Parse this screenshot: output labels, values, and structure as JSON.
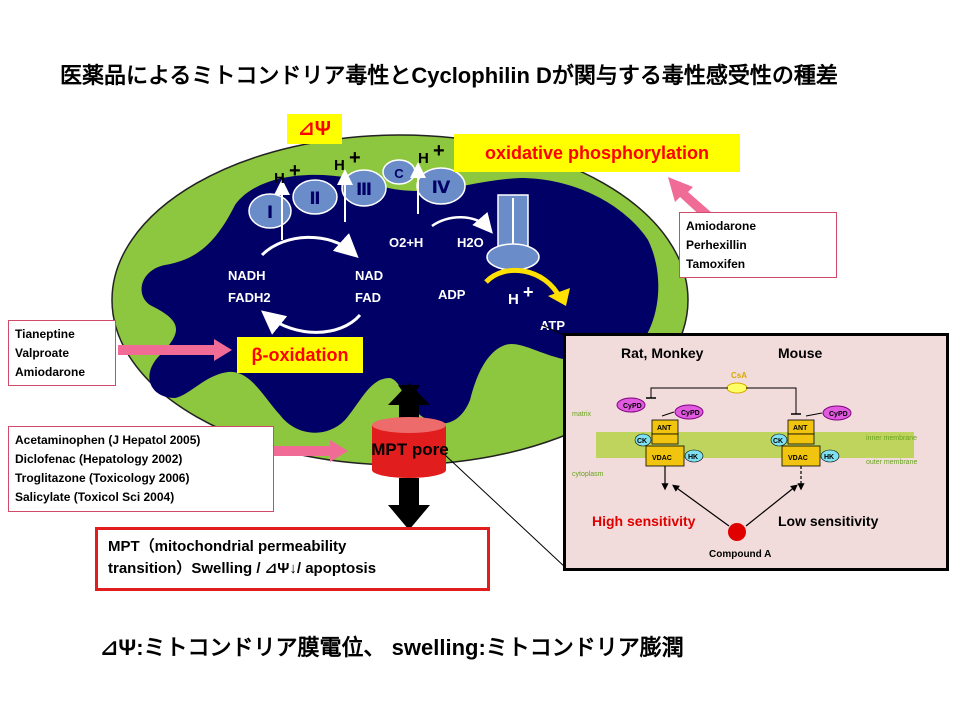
{
  "title": "医薬品によるミトコンドリア毒性とCyclophilin Dが関与する毒性感受性の種差",
  "footer": "⊿Ψ:ミトコンドリア膜電位、 swelling:ミトコンドリア膨潤",
  "delta_psi": "⊿Ψ",
  "complexes": [
    "Ⅰ",
    "Ⅱ",
    "Ⅲ",
    "C",
    "Ⅳ"
  ],
  "proton": "H",
  "plus": "+",
  "oxphos": "oxidative phosphorylation",
  "beta_ox": "β-oxidation",
  "reactions": {
    "o2h": "O2+H",
    "h2o": "H2O",
    "nadh": "NADH",
    "fadh2": "FADH2",
    "nad": "NAD",
    "fad": "FAD",
    "adp": "ADP",
    "atp": "ATP"
  },
  "mpt_pore": "MPT pore",
  "drugs_oxphos": [
    "Amiodarone",
    "Perhexillin",
    "Tamoxifen"
  ],
  "drugs_beta": [
    "Tianeptine",
    "Valproate",
    "Amiodarone"
  ],
  "drugs_mpt": [
    "Acetaminophen (J Hepatol 2005)",
    "Diclofenac (Hepatology 2002)",
    "Troglitazone (Toxicology 2006)",
    "Salicylate (Toxicol Sci 2004)"
  ],
  "result_line1": "MPT（mitochondrial  permeability",
  "result_line2": "transition）Swelling  /  ⊿Ψ↓/ apoptosis",
  "inset": {
    "left_species": "Rat, Monkey",
    "right_species": "Mouse",
    "csa": "CsA",
    "cypd": "CyPD",
    "ant": "ANT",
    "ck": "CK",
    "vdac": "VDAC",
    "hk": "HK",
    "matrix": "matrix",
    "cytoplasm": "cytoplasm",
    "inner_membrane": "inner membrane",
    "outer_membrane": "outer membrane",
    "high": "High sensitivity",
    "low": "Low sensitivity",
    "compound": "Compound A"
  },
  "colors": {
    "outer": "#8dc63f",
    "matrix": "#000066",
    "complex": "#6a8cc9",
    "yellow_box": "#ffff00",
    "red_text": "#ff0000",
    "pink_arrow": "#f06b96",
    "inset_bg": "#f2dcdb"
  }
}
